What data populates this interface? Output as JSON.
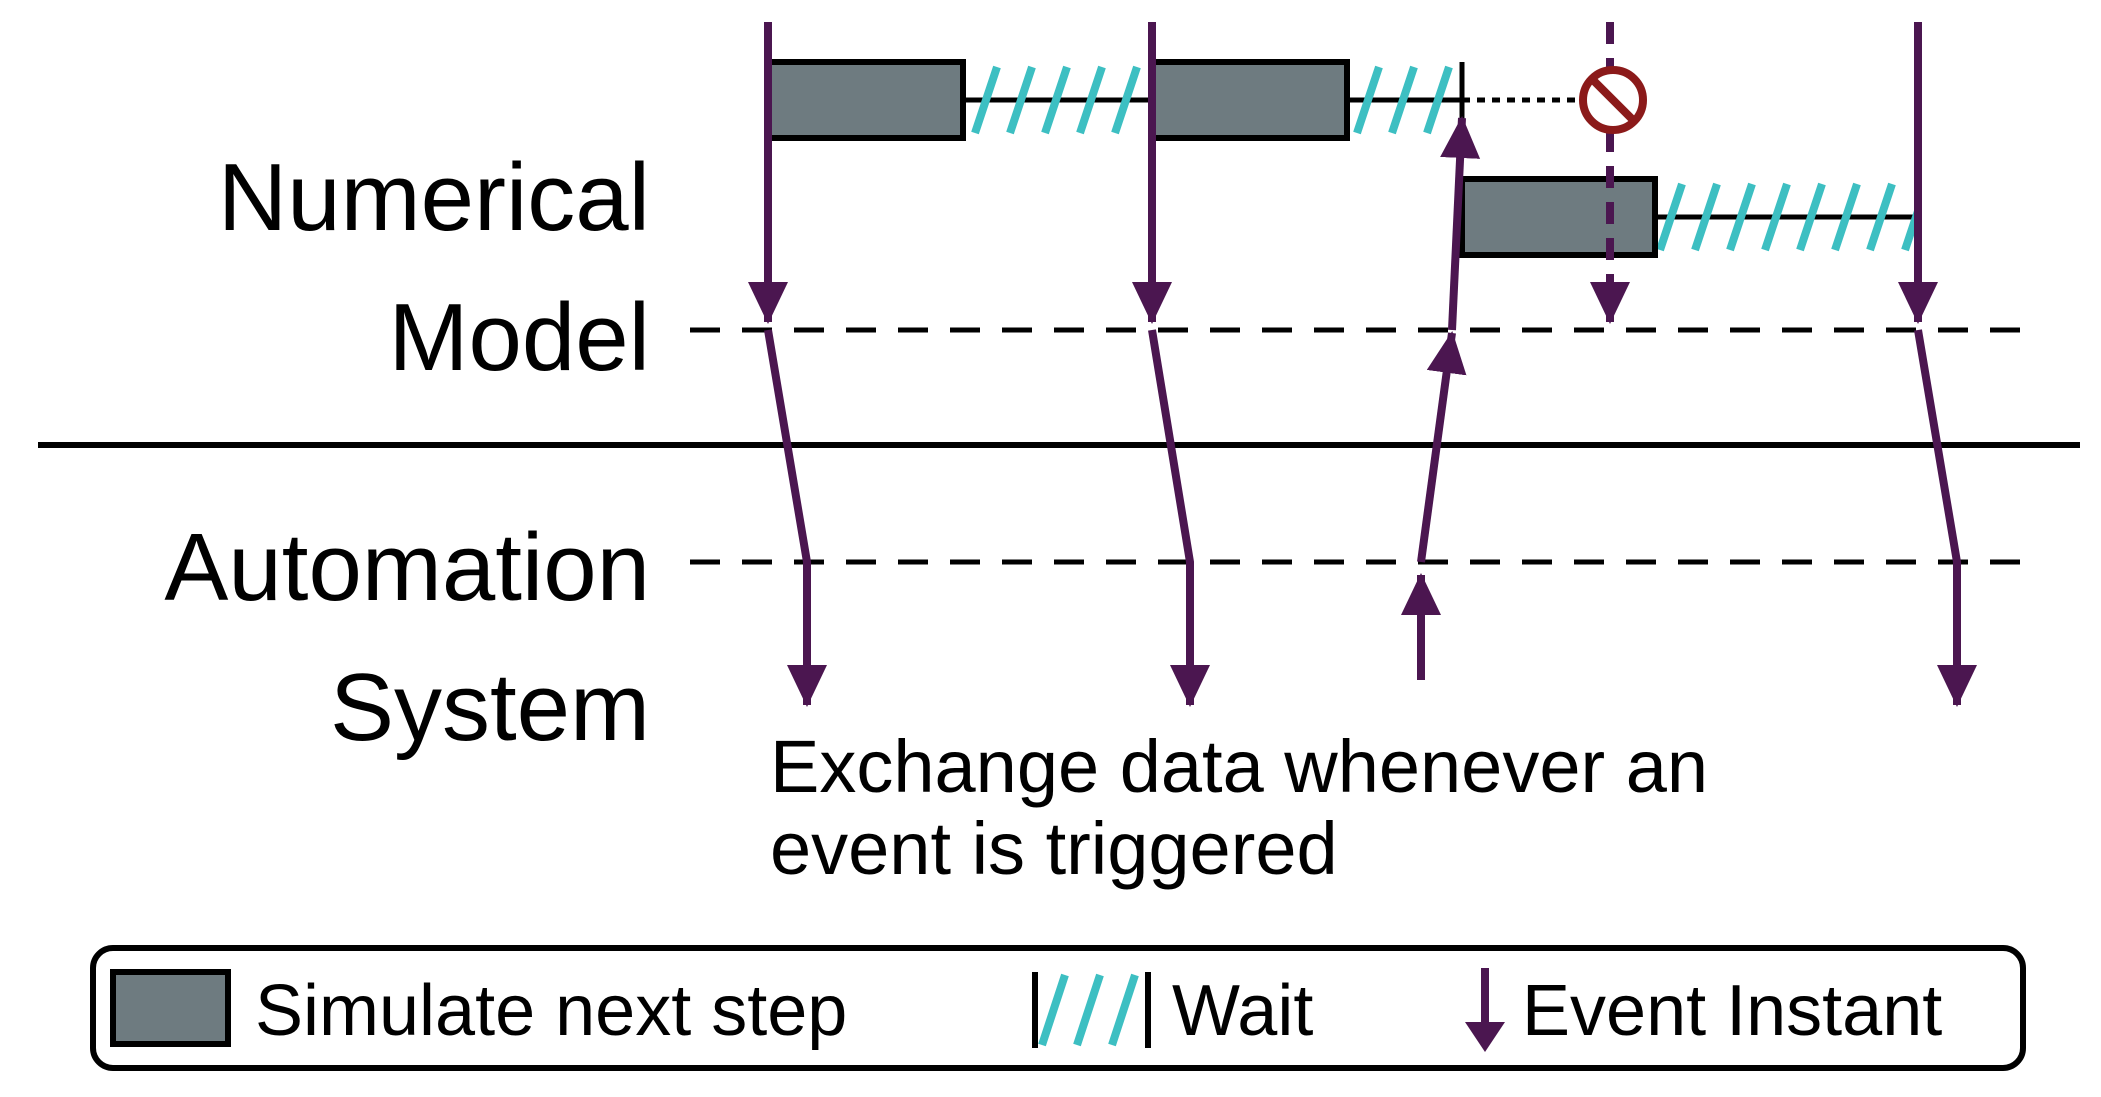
{
  "labels": {
    "numerical_model_line1": "Numerical",
    "numerical_model_line2": "Model",
    "automation_system_line1": "Automation",
    "automation_system_line2": "System",
    "caption_line1": "Exchange data whenever an",
    "caption_line2": "event is triggered"
  },
  "legend": {
    "simulate": "Simulate next step",
    "wait": "Wait",
    "event": "Event Instant"
  },
  "colors": {
    "event_arrow": "#4B1650",
    "sim_block": "#6E7B80",
    "wait_hatch": "#3DBFC2",
    "cancel_symbol": "#8B1A1A",
    "line": "#000000"
  }
}
